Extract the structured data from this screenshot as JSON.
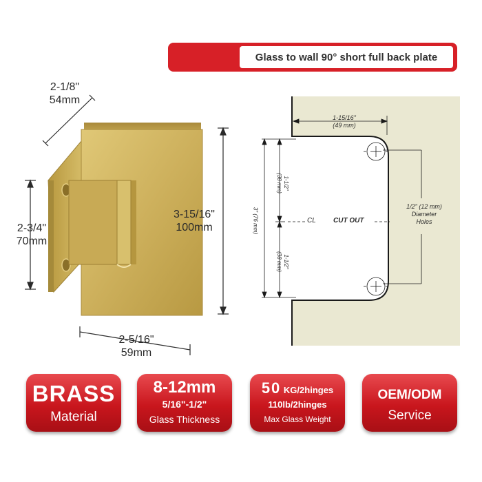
{
  "title": "Glass to wall 90° short full back plate",
  "dimensions": {
    "width_top_in": "2-1/8\"",
    "width_top_mm": "54mm",
    "height_left_in": "2-3/4\"",
    "height_left_mm": "70mm",
    "height_right_in": "3-15/16\"",
    "height_right_mm": "100mm",
    "width_bottom_in": "2-5/16\"",
    "width_bottom_mm": "59mm"
  },
  "drawing": {
    "top_width_in": "1-15/16\"",
    "top_width_mm": "(49 mm)",
    "total_height": "3\" (76 mm)",
    "upper_half": "1-1/2\"",
    "upper_half_mm": "(38 mm)",
    "lower_half": "1-1/2\"",
    "lower_half_mm": "(38 mm)",
    "centerline": "CL",
    "cutout_label": "CUT OUT",
    "holes_line1": "1/2\" (12 mm)",
    "holes_line2": "Diameter",
    "holes_line3": "Holes"
  },
  "badges": {
    "material": {
      "big": "BRASS",
      "small": "Material"
    },
    "thickness": {
      "big": "8-12mm",
      "mid": "5/16\"-1/2\"",
      "small": "Glass Thickness"
    },
    "weight": {
      "kg_num": "50",
      "kg_unit": "KG/2hinges",
      "lb_num": "110",
      "lb_unit": "lb/2hinges",
      "small": "Max Glass Weight"
    },
    "service": {
      "big": "OEM/ODM",
      "small": "Service"
    }
  },
  "colors": {
    "accent_red": "#d72027",
    "brass": "#c9aa52",
    "drawing_fill": "#eae8d2"
  }
}
